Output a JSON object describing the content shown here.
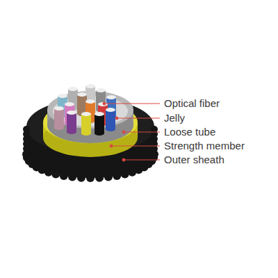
{
  "diagram": {
    "labels": [
      "Optical fiber",
      "Jelly",
      "Loose tube",
      "Strength member",
      "Outer sheath"
    ]
  }
}
